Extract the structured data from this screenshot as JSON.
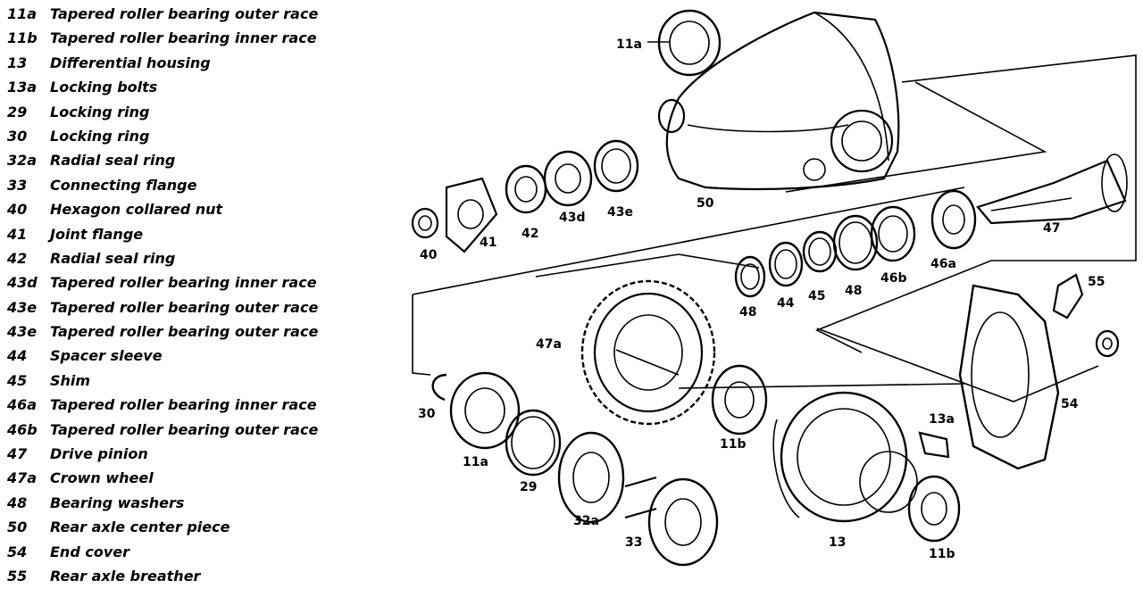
{
  "legend": [
    {
      "num": "11a",
      "label": "Tapered roller bearing outer race"
    },
    {
      "num": "11b",
      "label": "Tapered roller bearing inner race"
    },
    {
      "num": "13",
      "label": "Differential housing"
    },
    {
      "num": "13a",
      "label": "Locking bolts"
    },
    {
      "num": "29",
      "label": "Locking ring"
    },
    {
      "num": "30",
      "label": "Locking ring"
    },
    {
      "num": "32a",
      "label": "Radial seal ring"
    },
    {
      "num": "33",
      "label": "Connecting flange"
    },
    {
      "num": "40",
      "label": "Hexagon collared nut"
    },
    {
      "num": "41",
      "label": "Joint flange"
    },
    {
      "num": "42",
      "label": "Radial seal ring"
    },
    {
      "num": "43d",
      "label": "Tapered roller bearing inner race"
    },
    {
      "num": "43e",
      "label": "Tapered roller bearing outer race"
    },
    {
      "num": "43e",
      "label": "Tapered roller bearing outer race"
    },
    {
      "num": "44",
      "label": "Spacer sleeve"
    },
    {
      "num": "45",
      "label": "Shim"
    },
    {
      "num": "46a",
      "label": "Tapered roller bearing inner race"
    },
    {
      "num": "46b",
      "label": "Tapered roller bearing outer race"
    },
    {
      "num": "47",
      "label": "Drive pinion"
    },
    {
      "num": "47a",
      "label": "Crown wheel"
    },
    {
      "num": "48",
      "label": "Bearing washers"
    },
    {
      "num": "50",
      "label": "Rear axle center piece"
    },
    {
      "num": "54",
      "label": "End cover"
    },
    {
      "num": "55",
      "label": "Rear axle breather"
    }
  ],
  "callouts": {
    "c11a_top": "11a",
    "c50": "50",
    "c40": "40",
    "c41": "41",
    "c42": "42",
    "c43d": "43d",
    "c43e": "43e",
    "c47": "47",
    "c46a": "46a",
    "c46b": "46b",
    "c48": "48",
    "c44": "44",
    "c45": "45",
    "c48b": "48",
    "c55": "55",
    "c47a": "47a",
    "c54": "54",
    "c30": "30",
    "c11a_low": "11a",
    "c29": "29",
    "c32a": "32a",
    "c33": "33",
    "c11b_mid": "11b",
    "c13a": "13a",
    "c13": "13",
    "c11b_low": "11b"
  }
}
